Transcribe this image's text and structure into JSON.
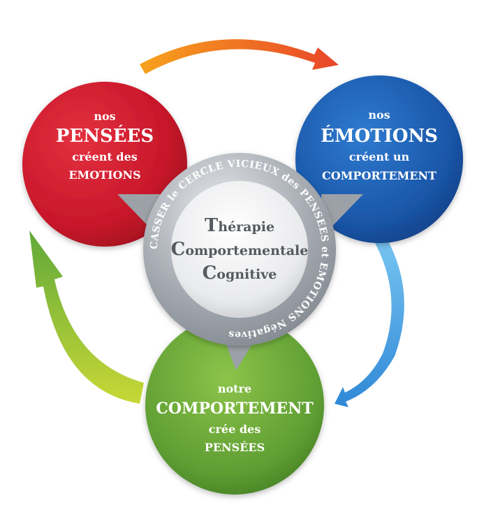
{
  "circles": {
    "thoughts": {
      "line1": "nos",
      "line2": "PENSÉES",
      "line3": "créent des",
      "line4": "EMOTIONS"
    },
    "emotions": {
      "line1": "nos",
      "line2": "ÉMOTIONS",
      "line3": "créent un",
      "line4": "COMPORTEMENT"
    },
    "behavior": {
      "line1": "notre",
      "line2": "COMPORTEMENT",
      "line3": "crée des",
      "line4": "PENSÉES"
    }
  },
  "center": {
    "line1_initial": "T",
    "line1_rest": "hérapie",
    "line2_initial": "C",
    "line2_rest": "omportementale",
    "line3_initial": "C",
    "line3_rest": "ognitive",
    "ring_text": "CASSER le CERCLE VICIEUX des PENSEES et EMOTIONS Négatives"
  },
  "colors": {
    "thoughts": "#cf1d2e",
    "emotions": "#1d5fb0",
    "behavior": "#6aa83a",
    "center": "#9ea3aa",
    "arrow_top": "#f07a1a",
    "arrow_right": "#4aa6e6",
    "arrow_left": "#9ac43a"
  }
}
